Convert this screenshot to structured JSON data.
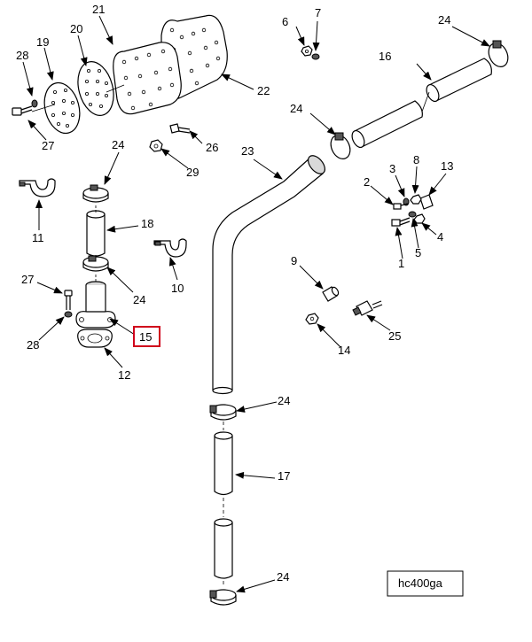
{
  "callouts": {
    "c1": "1",
    "c2": "2",
    "c3": "3",
    "c4": "4",
    "c5": "5",
    "c6": "6",
    "c7": "7",
    "c8": "8",
    "c9": "9",
    "c10": "10",
    "c11": "11",
    "c12": "12",
    "c13": "13",
    "c14": "14",
    "c15": "15",
    "c16": "16",
    "c17": "17",
    "c18": "18",
    "c19": "19",
    "c20": "20",
    "c21": "21",
    "c22": "22",
    "c23": "23",
    "c24": "24",
    "c25": "25",
    "c26": "26",
    "c27": "27",
    "c28": "28",
    "c29": "29"
  },
  "highlight": {
    "callout": "15",
    "color": "#d0021b"
  },
  "drawing_code": "hc400ga"
}
